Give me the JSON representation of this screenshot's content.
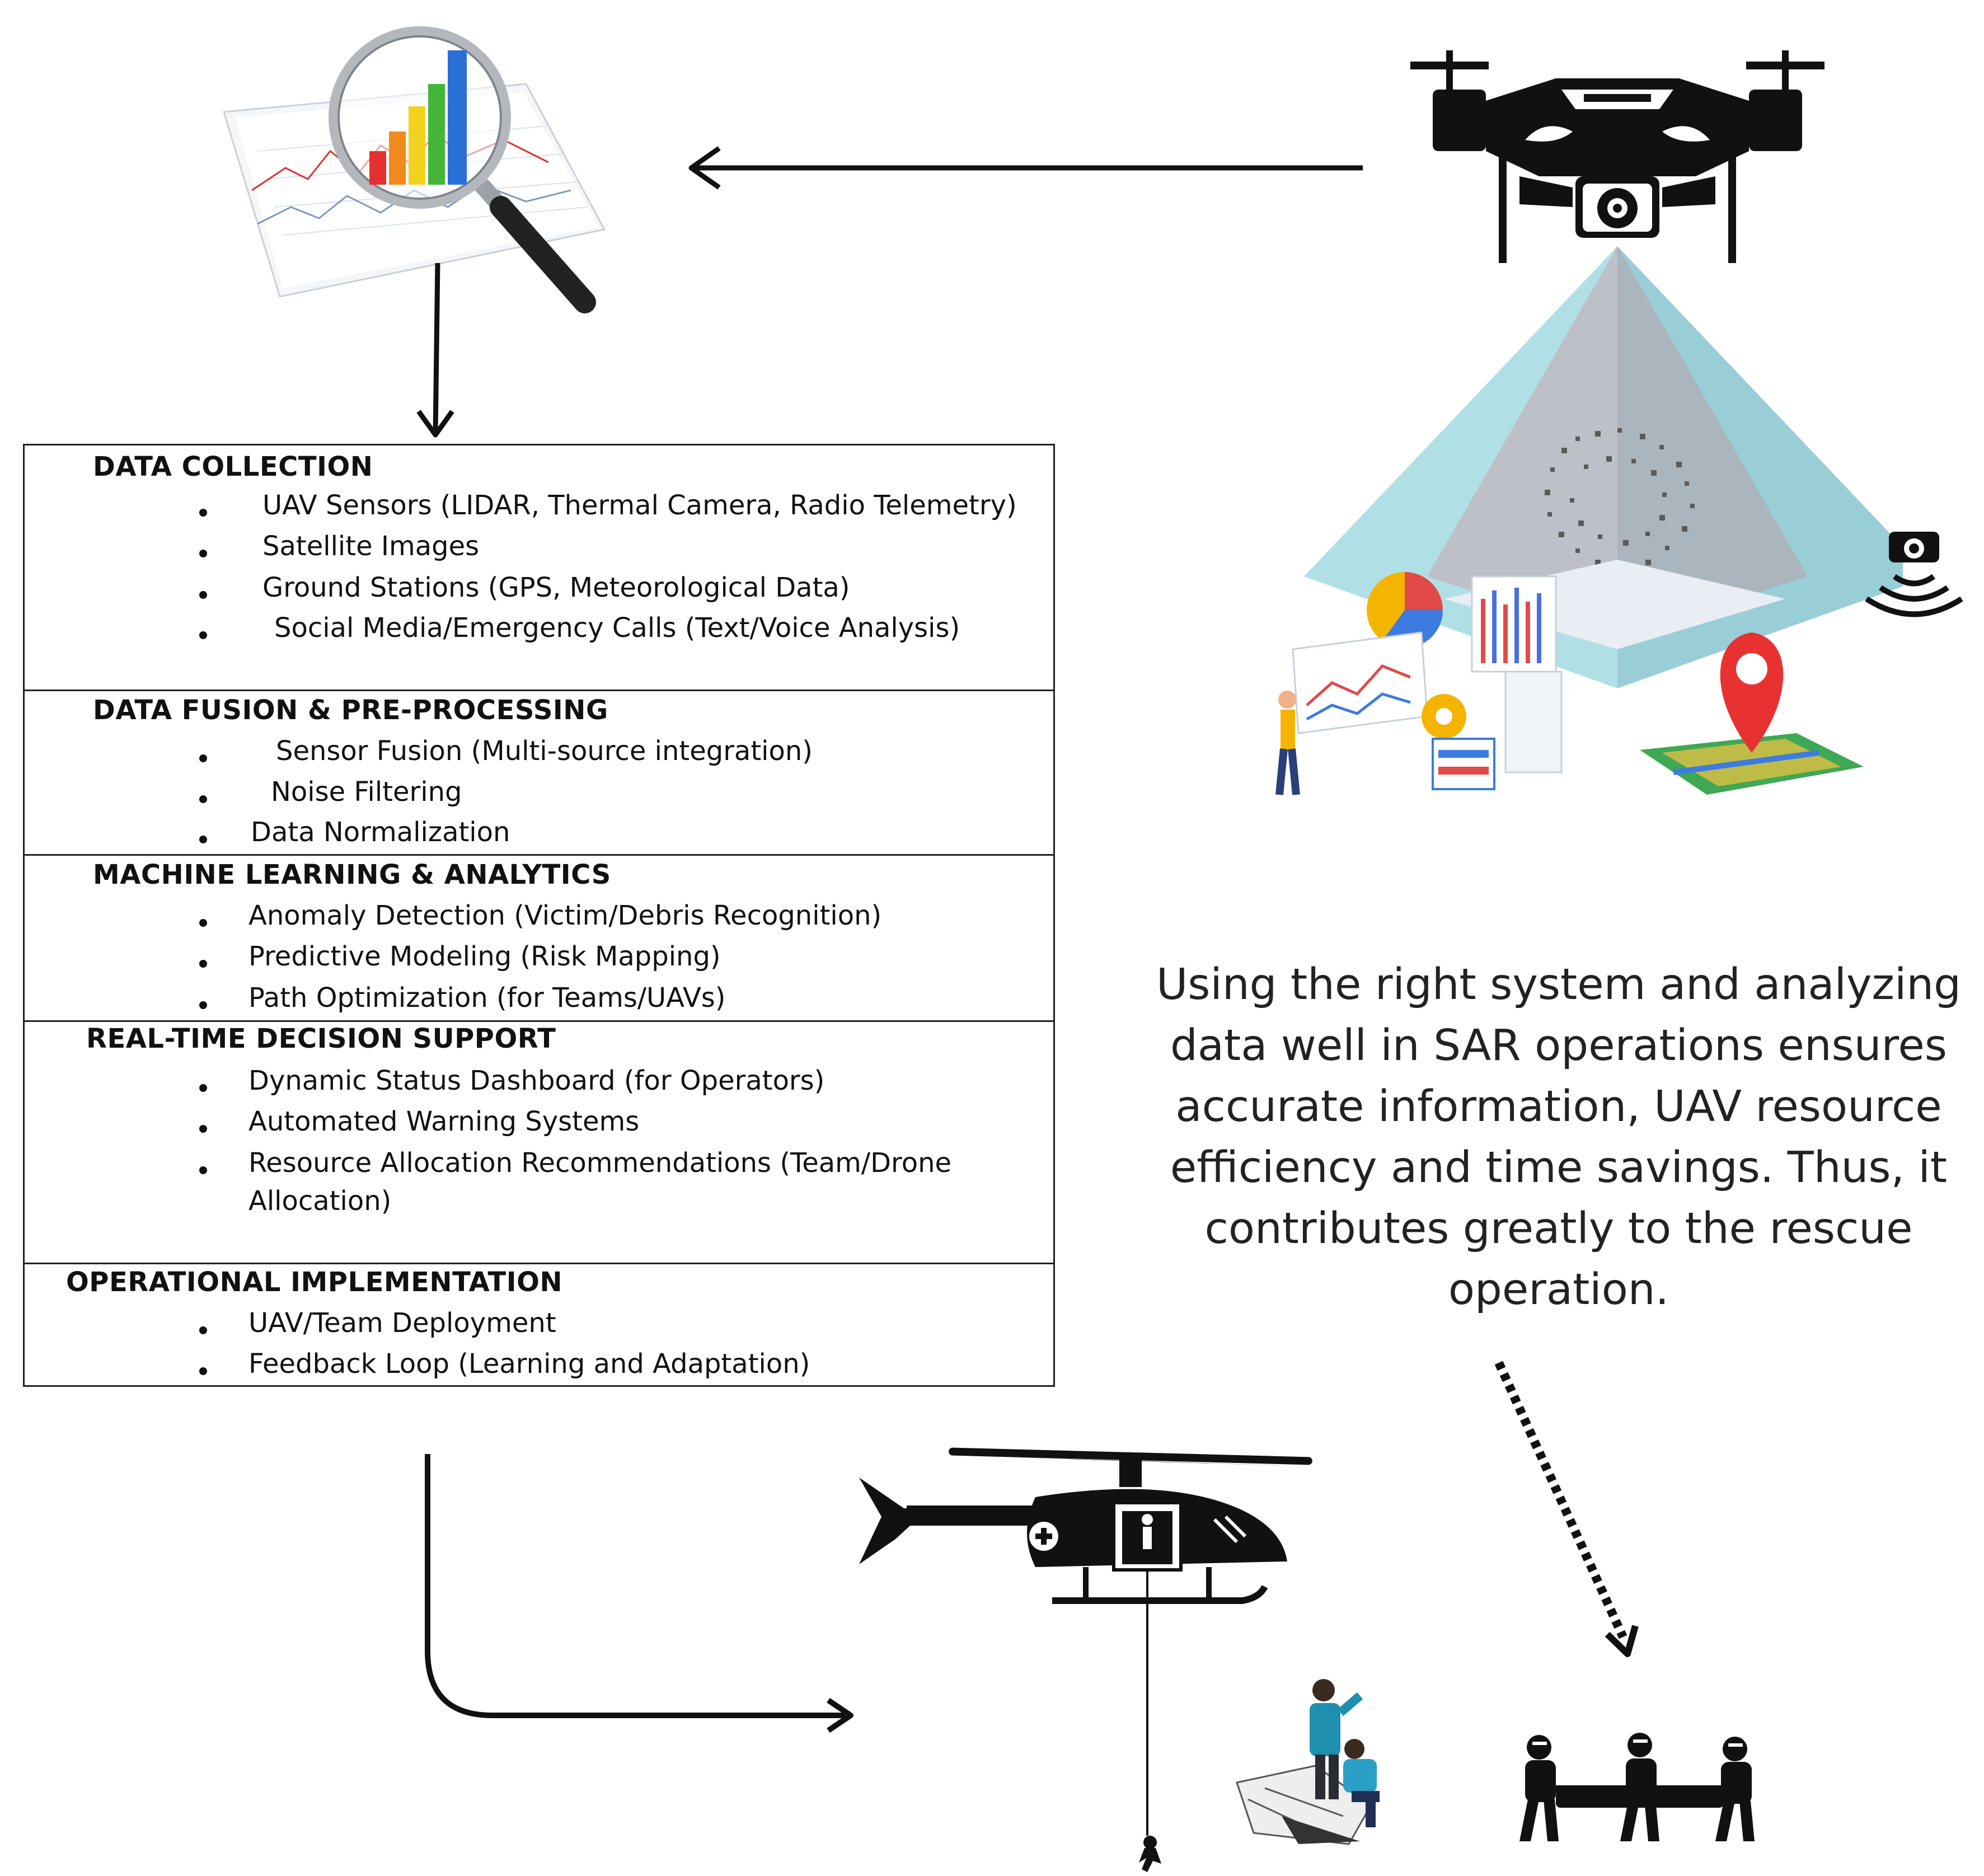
{
  "flow": {
    "sections": [
      {
        "title": "DATA COLLECTION",
        "items": [
          "UAV Sensors (LIDAR, Thermal Camera, Radio Telemetry)",
          "Satellite Images",
          "Ground Stations (GPS, Meteorological Data)",
          "Social Media/Emergency Calls (Text/Voice Analysis)"
        ]
      },
      {
        "title": "DATA FUSION & PRE-PROCESSING",
        "items": [
          "Sensor Fusion (Multi-source integration)",
          "Noise Filtering",
          "Data Normalization"
        ]
      },
      {
        "title": "MACHINE LEARNING & ANALYTICS",
        "items": [
          "Anomaly Detection (Victim/Debris Recognition)",
          "Predictive Modeling (Risk Mapping)",
          "Path Optimization (for Teams/UAVs)"
        ]
      },
      {
        "title": "REAL-TIME DECISION SUPPORT",
        "items": [
          "Dynamic Status Dashboard (for Operators)",
          "Automated Warning Systems",
          "Resource Allocation Recommendations (Team/Drone",
          "Allocation)"
        ]
      },
      {
        "title": "OPERATIONAL IMPLEMENTATION",
        "items": [
          "UAV/Team Deployment",
          "Feedback Loop (Learning and Adaptation)"
        ]
      }
    ]
  },
  "summary": {
    "lines": [
      "Using the right system and analyzing",
      "data well in SAR operations ensures",
      "accurate information, UAV resource",
      "efficiency and time savings. Thus, it",
      "contributes greatly to the rescue",
      "operation."
    ]
  },
  "icons": {
    "analytics": "magnifier-chart-icon",
    "drone": "drone-icon",
    "dashboard": "data-dashboard-illustration",
    "signal": "signal-sensor-icon",
    "helicopter": "rescue-helicopter-icon",
    "rescuers": "rescue-team-illustration",
    "stretcher": "stretcher-team-icon"
  }
}
